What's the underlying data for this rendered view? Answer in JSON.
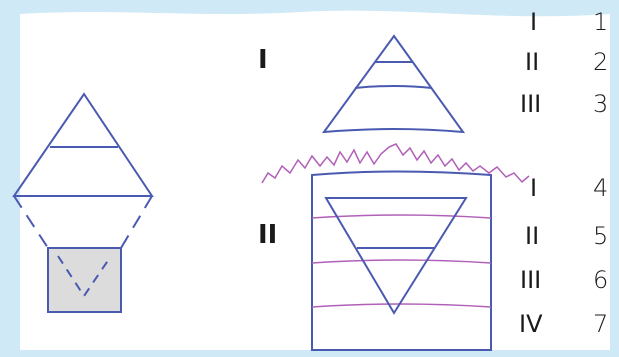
{
  "figure": {
    "colors": {
      "frame": "#cfe9f6",
      "panel": "#ffffff",
      "outline": "#4a5ab0",
      "layer_lines": "#b060b8",
      "shaded_block": "#dcdcdc",
      "text": "#1a1a1a"
    },
    "upper_body_label": "I",
    "lower_body_label": "II",
    "upper_rows": [
      {
        "roman": "I",
        "number": "1"
      },
      {
        "roman": "II",
        "number": "2"
      },
      {
        "roman": "III",
        "number": "3"
      }
    ],
    "lower_rows": [
      {
        "roman": "I",
        "number": "4"
      },
      {
        "roman": "II",
        "number": "5"
      },
      {
        "roman": "III",
        "number": "6"
      },
      {
        "roman": "IV",
        "number": "7"
      }
    ]
  }
}
